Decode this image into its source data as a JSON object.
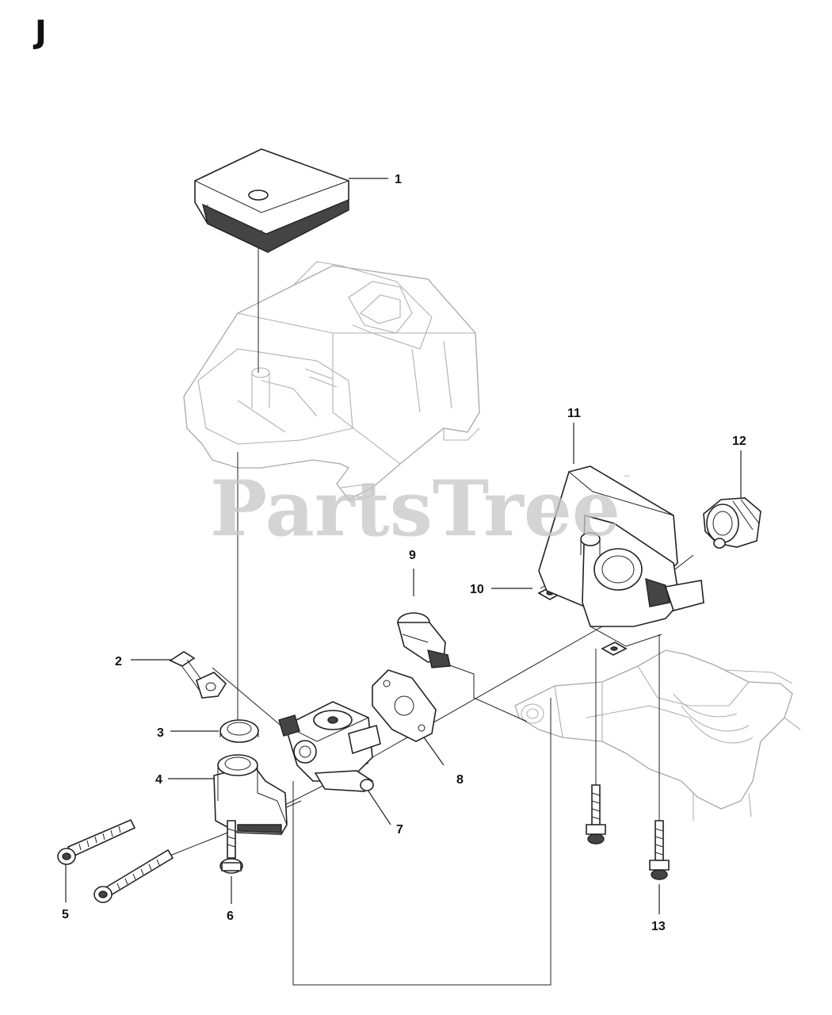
{
  "diagram": {
    "section_letter": "J",
    "watermark": "PartsTree",
    "watermark_tm": "™",
    "callouts": [
      "1",
      "2",
      "3",
      "4",
      "5",
      "6",
      "7",
      "8",
      "9",
      "10",
      "11",
      "12",
      "13"
    ]
  }
}
